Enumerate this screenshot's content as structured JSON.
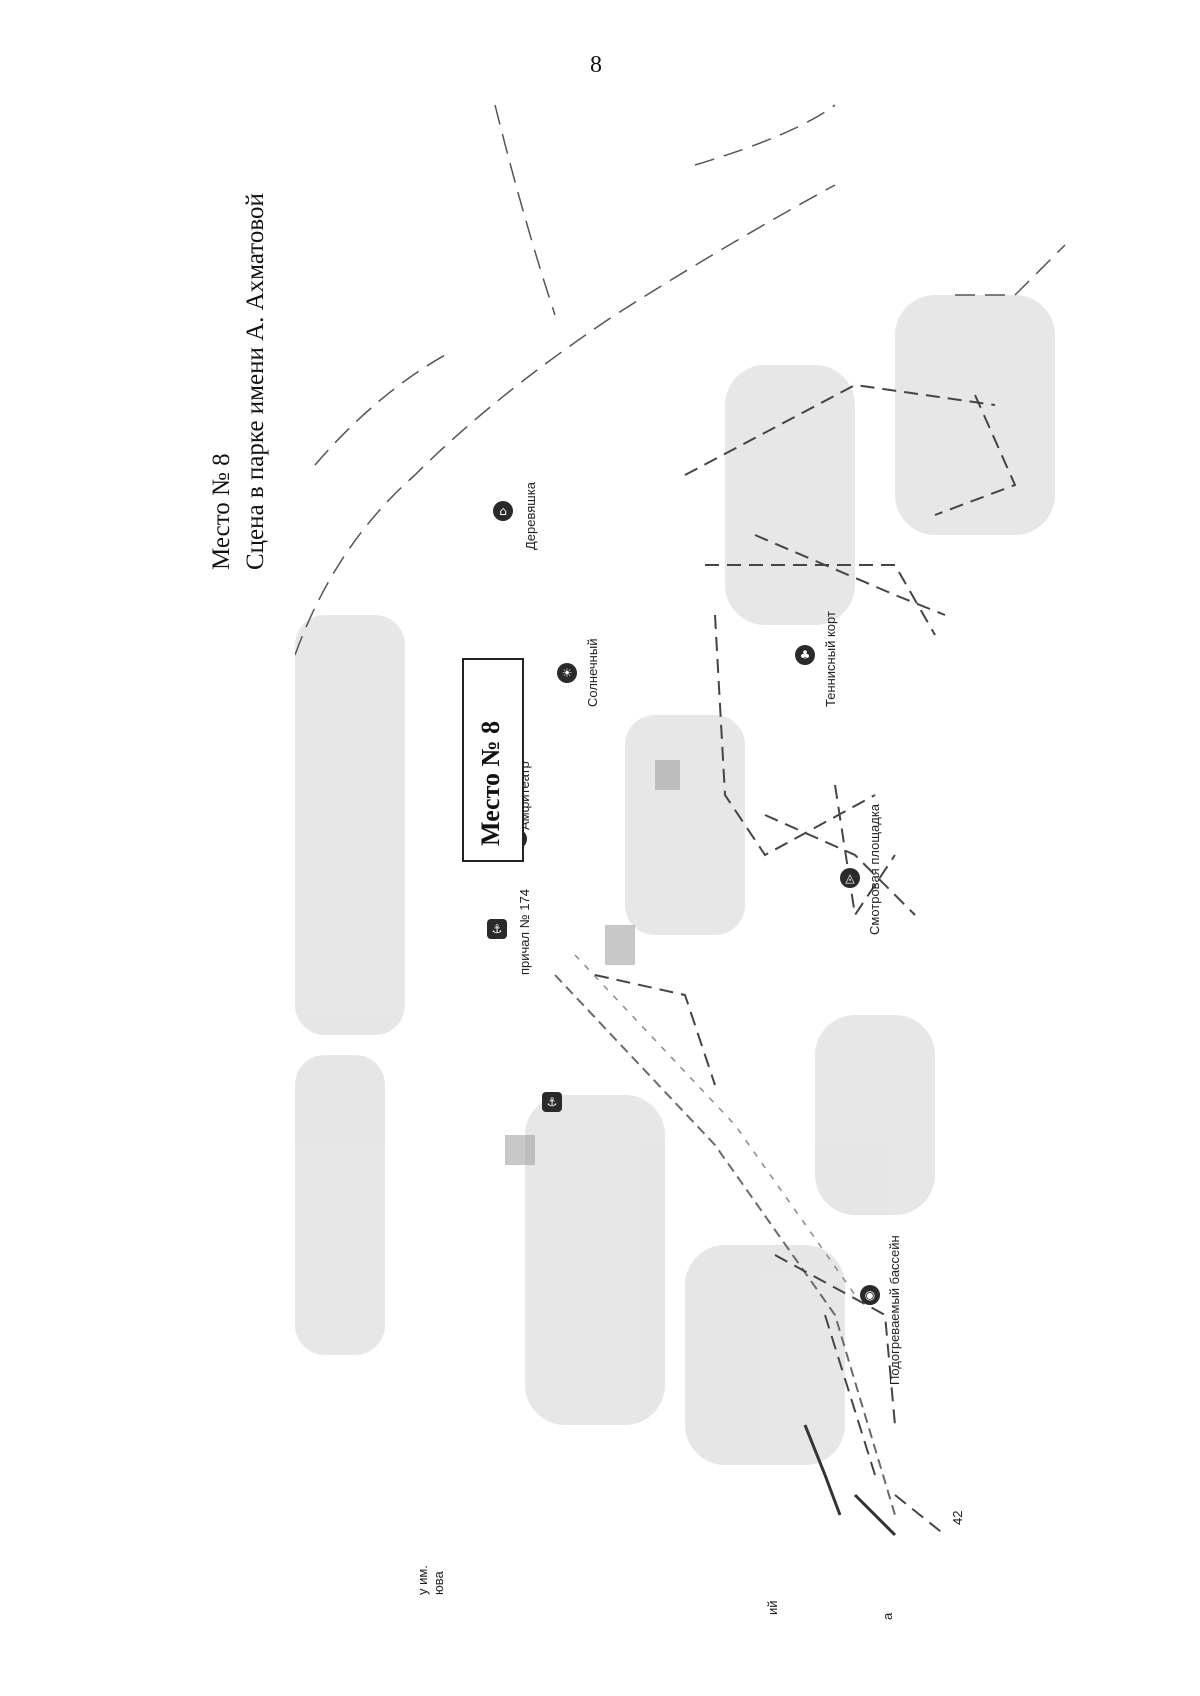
{
  "page": {
    "number": "8"
  },
  "caption": {
    "line1": "Место № 8",
    "line2": "Сцена в парке имени   А. Ахматовой"
  },
  "callout": {
    "label": "Место № 8"
  },
  "map": {
    "pois": [
      {
        "name": "amphitheater",
        "label": "Амфитеатр",
        "icon": "star-icon"
      },
      {
        "name": "pier-174",
        "label": "причал № 174",
        "icon": "anchor-icon"
      },
      {
        "name": "pier",
        "label": "",
        "icon": "anchor-icon"
      },
      {
        "name": "solnechny",
        "label": "Солнечный",
        "icon": "sun-icon"
      },
      {
        "name": "dereviashka",
        "label": "Деревяшка",
        "icon": "building-icon"
      },
      {
        "name": "tennis-court",
        "label": "Теннисный корт",
        "icon": "tennis-icon"
      },
      {
        "name": "viewpoint",
        "label": "Смотровая площадка",
        "icon": "binoculars-icon"
      },
      {
        "name": "pool",
        "label": "Подогреваемый бассейн",
        "icon": "pool-icon"
      }
    ],
    "fragments": {
      "street1": "у им.",
      "street2": "юва",
      "house": "42",
      "edge1": "ий",
      "edge2": "а"
    }
  }
}
